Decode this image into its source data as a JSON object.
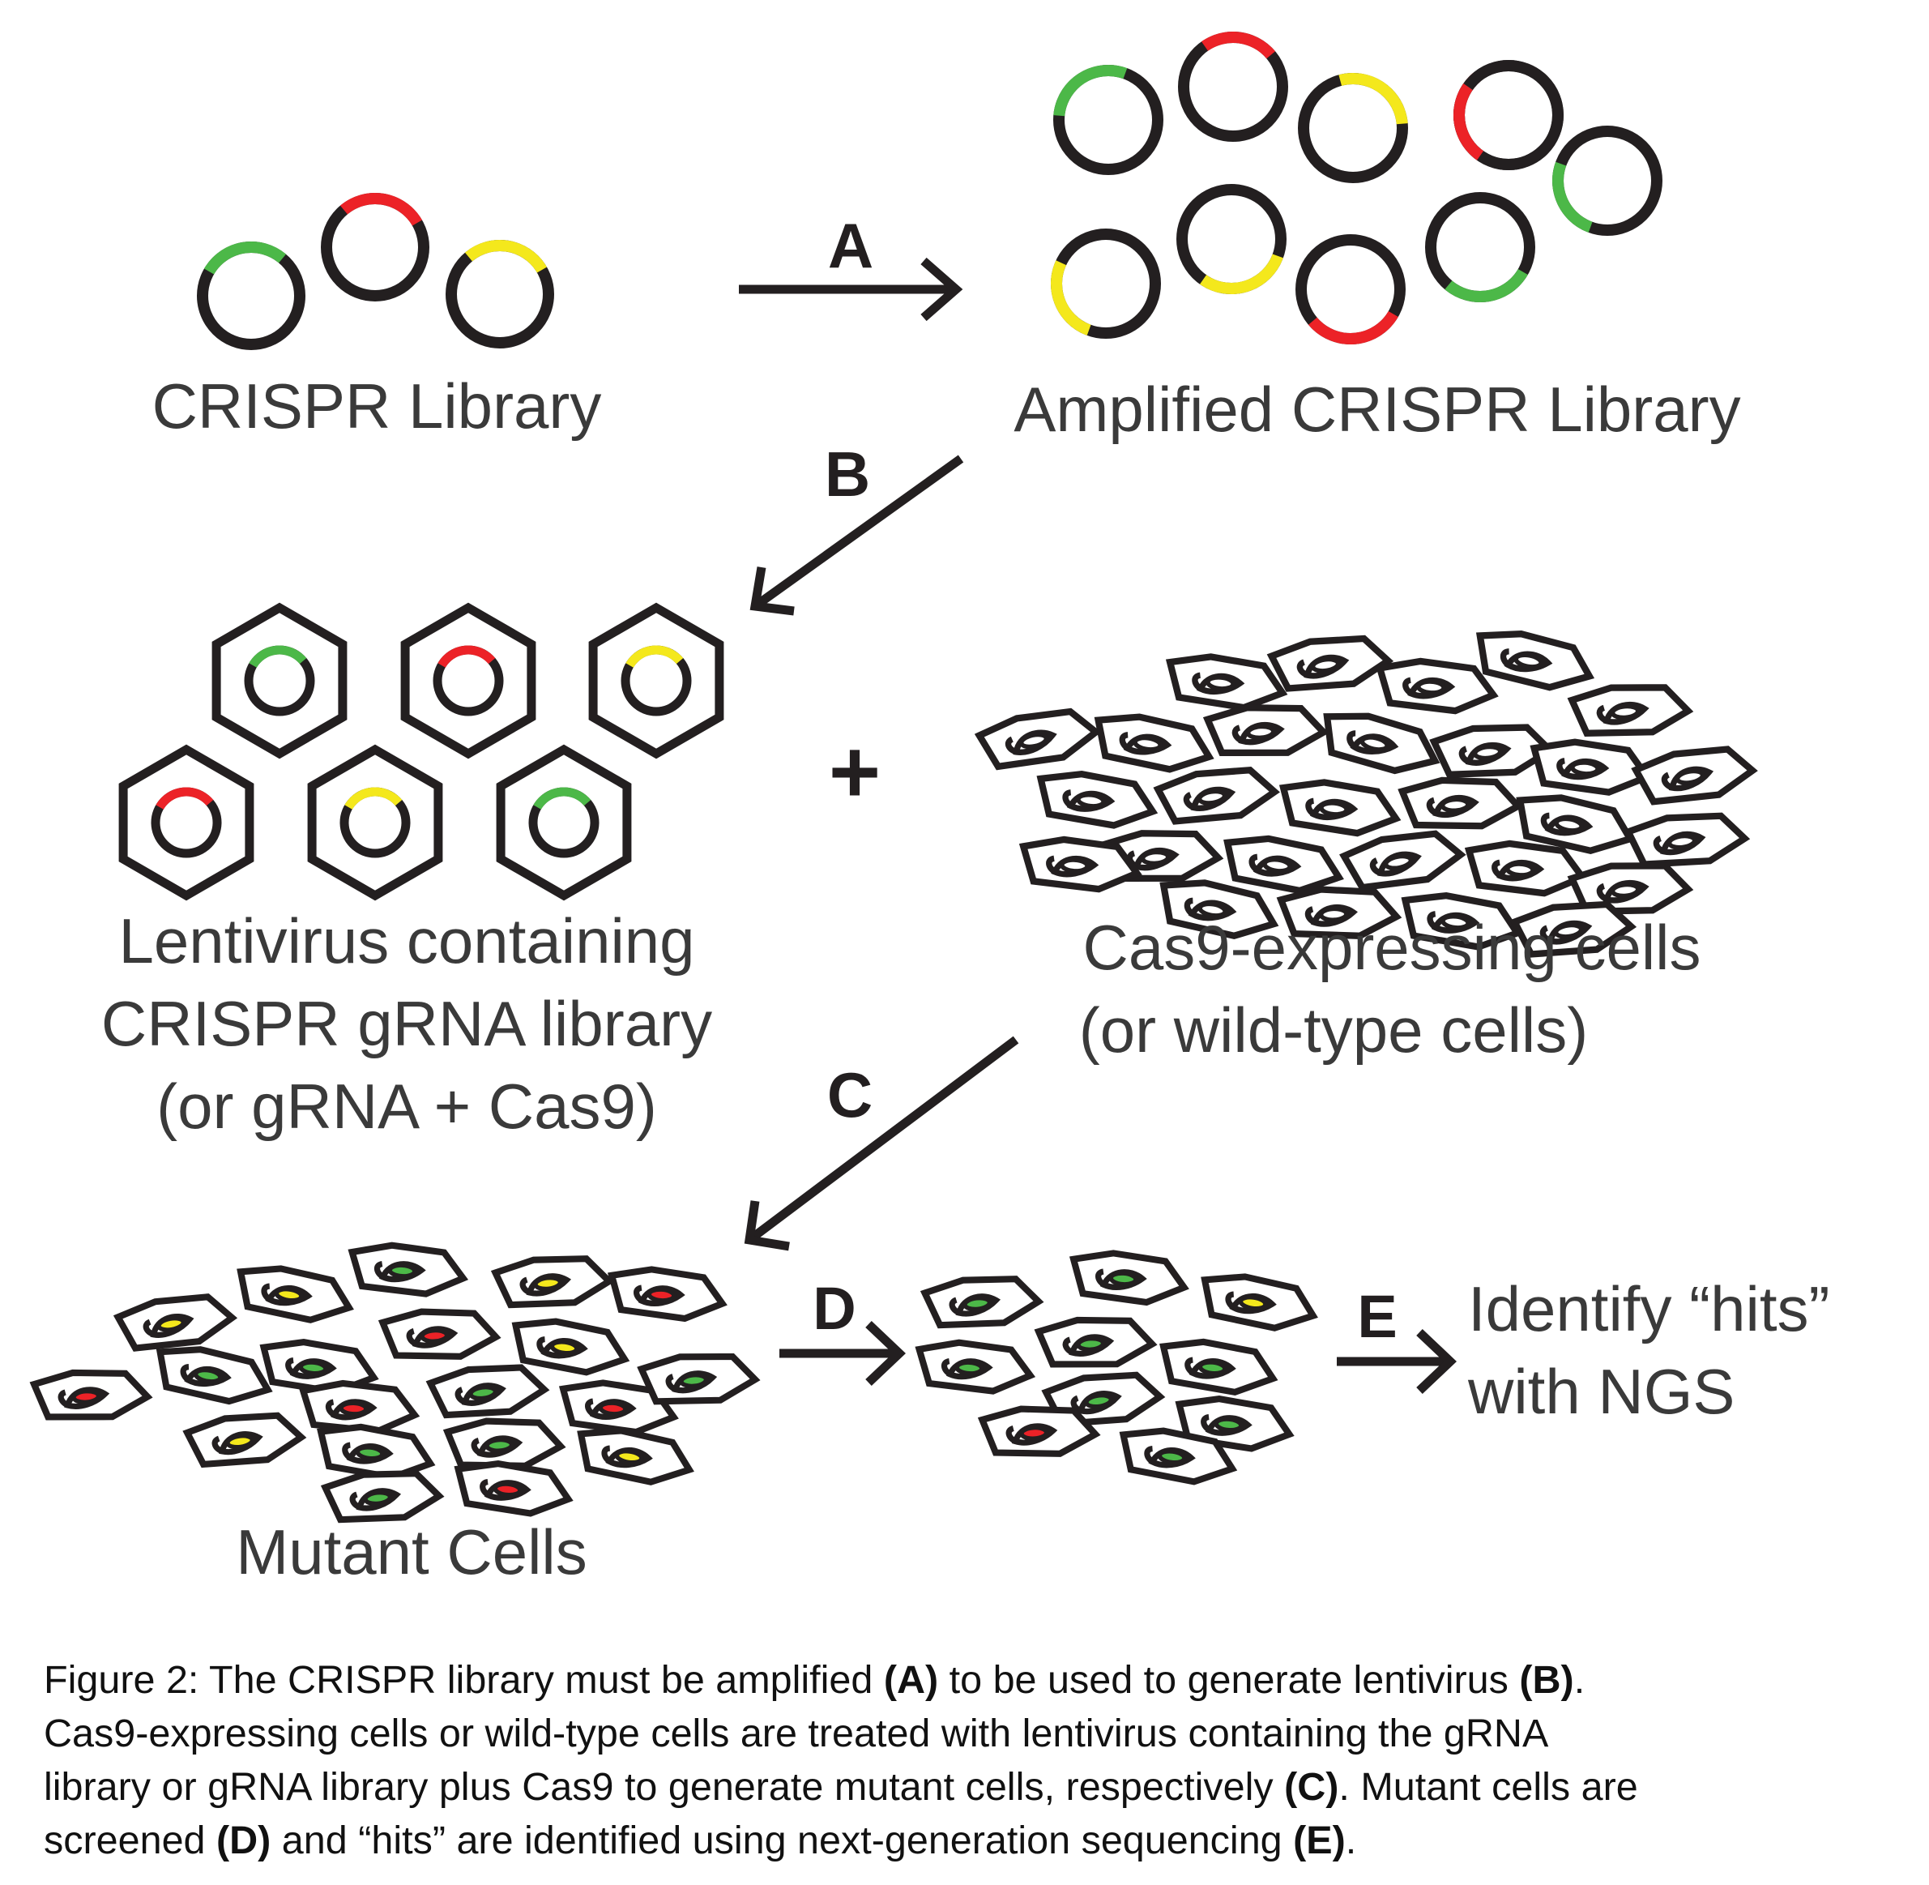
{
  "colors": {
    "outline": "#231f20",
    "green": "#4cb848",
    "red": "#ec2227",
    "yellow": "#f4e81c",
    "label_text": "#3a3a3a"
  },
  "labels": {
    "crispr_library": "CRISPR Library",
    "amplified_library": "Amplified CRISPR Library",
    "lentivirus": [
      "Lentivirus containing",
      "CRISPR gRNA library",
      "(or gRNA + Cas9)"
    ],
    "plus_sign": "+",
    "cas9_cells": [
      "Cas9-expressing cells",
      "(or wild-type cells)"
    ],
    "mutant_cells": "Mutant Cells",
    "identify_hits": [
      "Identify “hits”",
      "with NGS"
    ]
  },
  "steps": {
    "a": "A",
    "b": "B",
    "c": "C",
    "d": "D",
    "e": "E"
  },
  "caption": {
    "l1_t1": "Figure 2: The CRISPR library must be amplified ",
    "l1_b1": "(A)",
    "l1_t2": " to be used to generate lentivirus ",
    "l1_b2": "(B)",
    "l1_t3": ".",
    "l2": "Cas9-expressing cells or wild-type cells are treated with lentivirus containing the gRNA",
    "l3_t1": "library or gRNA library plus Cas9 to generate mutant cells, respectively ",
    "l3_b1": "(C)",
    "l3_t2": ".  Mutant cells are",
    "l4_t1": "screened ",
    "l4_b1": "(D)",
    "l4_t2": " and “hits” are identified using next-generation sequencing ",
    "l4_b2": "(E)",
    "l4_t3": "."
  }
}
